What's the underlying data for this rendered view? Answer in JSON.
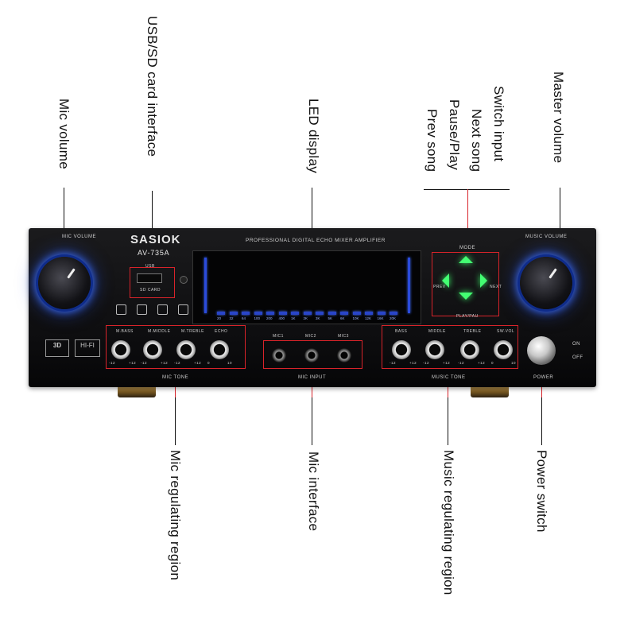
{
  "annotations": {
    "usb_sd": "USB/SD card interface",
    "mic_volume": "Mic volume",
    "led_display": "LED display",
    "switch_input": "Switch input",
    "next_song": "Next song",
    "pause_play": "Pause/Play",
    "prev_song": "Prev song",
    "master_volume": "Master volume",
    "mic_regulating": "Mic regulating region",
    "mic_interface": "Mic interface",
    "music_regulating": "Music regulating region",
    "power_switch": "Power switch"
  },
  "device": {
    "brand": "SASIOK",
    "model": "AV-735A",
    "panel_title": "PROFESSIONAL DIGITAL ECHO MIXER AMPLIFIER",
    "mic_volume_label": "MIC VOLUME",
    "music_volume_label": "MUSIC VOLUME",
    "usb_label": "USB",
    "sd_label": "SD CARD",
    "mode_label": "MODE",
    "prev_label": "PREV",
    "next_label": "NEXT",
    "playpau_label": "PLAY/PAU",
    "mic_tone_label": "MIC TONE",
    "mic_input_label": "MIC INPUT",
    "music_tone_label": "MUSIC TONE",
    "power_label": "POWER",
    "on_label": "ON",
    "off_label": "OFF",
    "badge_3d": "3D",
    "badge_hifi": "HI-FI",
    "mic_tone_knobs": [
      "M.BASS",
      "M.MIDDLE",
      "M.TREBLE",
      "ECHO"
    ],
    "mic_inputs": [
      "MIC1",
      "MIC2",
      "MIC3"
    ],
    "music_tone_knobs": [
      "BASS",
      "MIDDLE",
      "TREBLE",
      "SW.VOL"
    ],
    "eq_bands": [
      "20",
      "32",
      "64",
      "100",
      "200",
      "400",
      "1K",
      "2K",
      "3K",
      "5K",
      "6K",
      "10K",
      "12K",
      "16K",
      "20K"
    ],
    "knob_range_low": "-12",
    "knob_range_high": "+12",
    "echo_range_low": "0",
    "echo_range_high": "10"
  }
}
